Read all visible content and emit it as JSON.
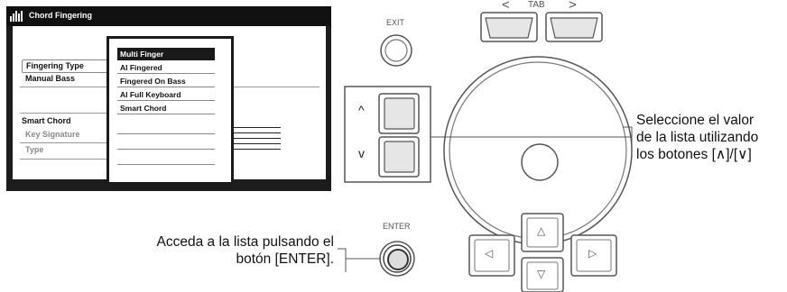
{
  "lcd": {
    "title": "Chord Fingering",
    "rows": {
      "fingering_type": "Fingering Type",
      "manual_bass": "Manual Bass",
      "smart_chord": "Smart Chord",
      "key_signature": "Key Signature",
      "type": "Type"
    },
    "popup": {
      "options": [
        "Multi Finger",
        "AI Fingered",
        "Fingered On Bass",
        "AI Full Keyboard",
        "Smart Chord"
      ],
      "selected": "Multi Finger"
    }
  },
  "panel": {
    "exit_label": "EXIT",
    "tab_label": "TAB",
    "tab_left_glyph": "<",
    "tab_right_glyph": ">",
    "enter_label": "ENTER",
    "up_glyph": "^",
    "down_glyph": "v",
    "cursor_up_glyph": "△",
    "cursor_down_glyph": "▽",
    "cursor_left_glyph": "◁",
    "cursor_right_glyph": "▷"
  },
  "callouts": {
    "right": [
      "Seleccione el valor",
      "de la lista utilizando",
      "los botones [∧]/[∨]"
    ],
    "bottom": [
      "Acceda a la lista pulsando el",
      "botón [ENTER]."
    ]
  }
}
